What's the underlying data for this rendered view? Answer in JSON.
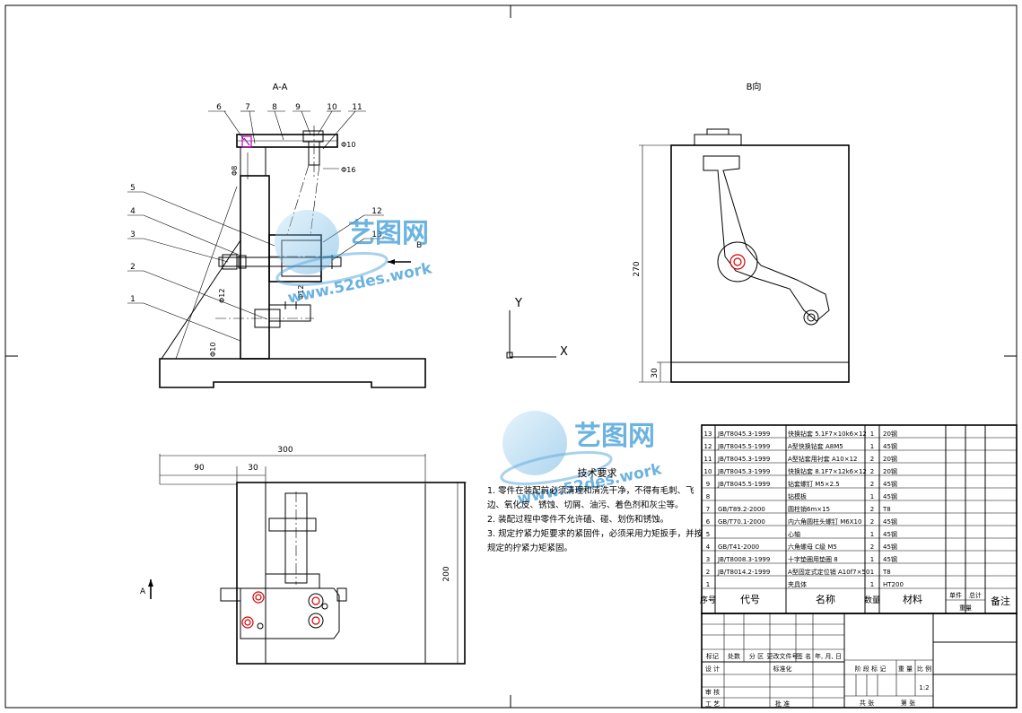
{
  "views": {
    "section_aa_title": "A-A",
    "view_b_title": "B向",
    "view_a_marker": "A",
    "view_b_marker": "B"
  },
  "balloons": [
    "1",
    "2",
    "3",
    "4",
    "5",
    "6",
    "7",
    "8",
    "9",
    "10",
    "11",
    "12",
    "13"
  ],
  "dimensions": {
    "d_phi10_top": "Φ10",
    "d_phi16": "Φ16",
    "d_phi8": "Φ8",
    "d_phi12_a": "Φ12",
    "d_phi12_b": "Φ12",
    "d_phi10_bottom": "Φ10",
    "d_300": "300",
    "d_90": "90",
    "d_30_plan": "30",
    "d_200": "200",
    "d_270": "270",
    "d_30_side": "30"
  },
  "axis": {
    "y": "Y",
    "x": "X"
  },
  "watermark": {
    "brand": "艺图网",
    "url": "www.52des.work"
  },
  "tech_requirements": {
    "title": "技术要求",
    "items": [
      "1. 零件在装配前必须清理和清洗干净，不得有毛刺、飞边、氧化皮、锈蚀、切屑、油污、着色剂和灰尘等。",
      "2. 装配过程中零件不允许磕、碰、划伤和锈蚀。",
      "3. 规定拧紧力矩要求的紧固件，必须采用力矩扳手，并按规定的拧紧力矩紧固。"
    ]
  },
  "bom": {
    "rows": [
      {
        "no": "13",
        "code": "JB/T8045.3-1999",
        "name": "快换钻套 5.1F7×10k6×12",
        "qty": "1",
        "material": "20钢"
      },
      {
        "no": "12",
        "code": "JB/T8045.5-1999",
        "name": "A型快换钻套 A8M5",
        "qty": "1",
        "material": "45钢"
      },
      {
        "no": "11",
        "code": "JB/T8045.3-1999",
        "name": "A型钻套用衬套 A10×12",
        "qty": "2",
        "material": "20钢"
      },
      {
        "no": "10",
        "code": "JB/T8045.3-1999",
        "name": "快换钻套 8.1F7×12k6×12",
        "qty": "2",
        "material": "20钢"
      },
      {
        "no": "9",
        "code": "JB/T8045.5-1999",
        "name": "钻套螺钉 M5×2.5",
        "qty": "2",
        "material": "45钢"
      },
      {
        "no": "8",
        "code": "",
        "name": "钻模板",
        "qty": "1",
        "material": "45钢"
      },
      {
        "no": "7",
        "code": "GB/T89.2-2000",
        "name": "圆柱销6m×15",
        "qty": "2",
        "material": "T8"
      },
      {
        "no": "6",
        "code": "GB/T70.1-2000",
        "name": "内六角圆柱头螺钉 M6X10",
        "qty": "2",
        "material": "45钢"
      },
      {
        "no": "5",
        "code": "",
        "name": "心轴",
        "qty": "1",
        "material": "45钢"
      },
      {
        "no": "4",
        "code": "GB/T41-2000",
        "name": "六角螺母 C级 M5",
        "qty": "2",
        "material": "45钢"
      },
      {
        "no": "3",
        "code": "JB/T8008.3-1999",
        "name": "十字垫圈用垫圈 8",
        "qty": "1",
        "material": "45钢"
      },
      {
        "no": "2",
        "code": "JB/T8014.2-1999",
        "name": "A型固定式定位销 A10f7×50",
        "qty": "1",
        "material": "T8"
      },
      {
        "no": "1",
        "code": "",
        "name": "夹具体",
        "qty": "1",
        "material": "HT200"
      }
    ],
    "header": {
      "no": "序号",
      "code": "代号",
      "name": "名称",
      "qty": "数量",
      "material": "材料",
      "unit_weight": "单件",
      "total_weight": "总计",
      "weight": "重量",
      "remarks": "备注"
    }
  },
  "title_block": {
    "mark": "标记",
    "count": "处数",
    "zone": "分 区",
    "doc_no": "更改文件号",
    "sign": "签 名",
    "date": "年, 月, 日",
    "design": "设 计",
    "standard": "标准化",
    "review": "审 核",
    "process": "工 艺",
    "approve": "批 准",
    "stage_mark": "阶 段 标 记",
    "weight": "重 量",
    "scale": "比 例",
    "scale_value": "1:2",
    "sheets": "共   张",
    "sheet": "第   张"
  }
}
